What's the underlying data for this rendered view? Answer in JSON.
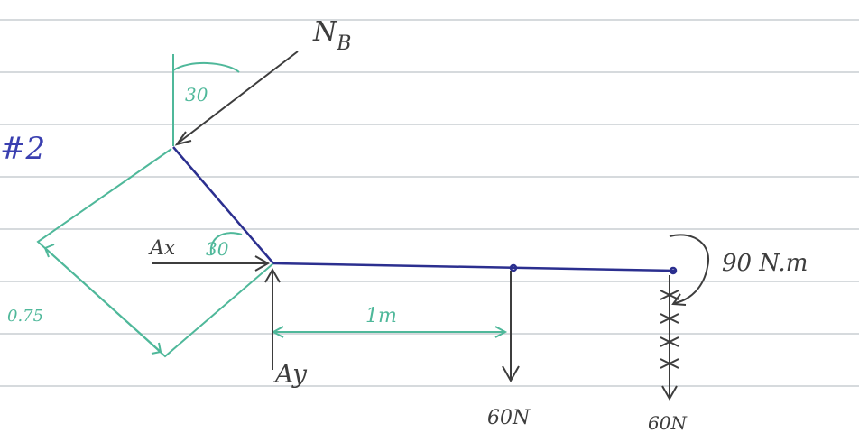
{
  "labels": {
    "problem": "#2",
    "normal_force": "N",
    "normal_force_sub": "B",
    "angle_top": "30",
    "angle_pin": "30",
    "reaction_x": "Ax",
    "reaction_y": "Ay",
    "dim_diag": "0.75",
    "dim_span": "1m",
    "point_load": "60N",
    "moment": "90 N.m",
    "end_load": "60N"
  },
  "colors": {
    "paper": "#ffffff",
    "ruled_line": "#c9cdd2",
    "beam": "#2b2f8f",
    "ink": "#3d3d3d",
    "dimension": "#4fb89a",
    "title": "#3a3fb0"
  }
}
